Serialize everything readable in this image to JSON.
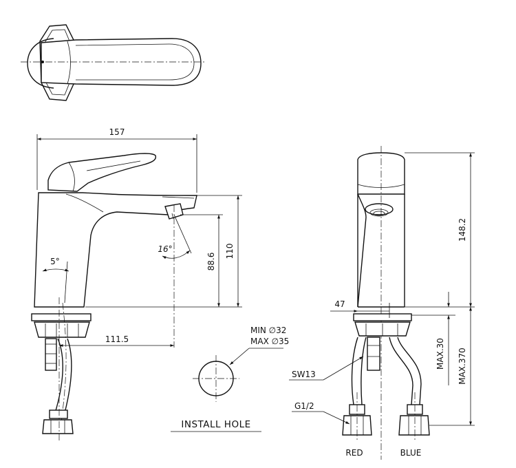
{
  "dimensions": {
    "overall_length": "157",
    "spout_reach": "111.5",
    "total_height": "110",
    "spout_height": "88.6",
    "spout_angle": "16°",
    "body_angle": "5°",
    "side_height": "148.2",
    "base_width": "47",
    "max_deck_thickness": "MAX.30",
    "max_hose_length": "MAX.370"
  },
  "install_hole": {
    "min_diameter": "MIN ∅32",
    "max_diameter": "MAX ∅35",
    "title": "INSTALL HOLE"
  },
  "callouts": {
    "wrench_size": "SW13",
    "thread": "G1/2"
  },
  "connections": {
    "hot": "RED",
    "cold": "BLUE"
  }
}
